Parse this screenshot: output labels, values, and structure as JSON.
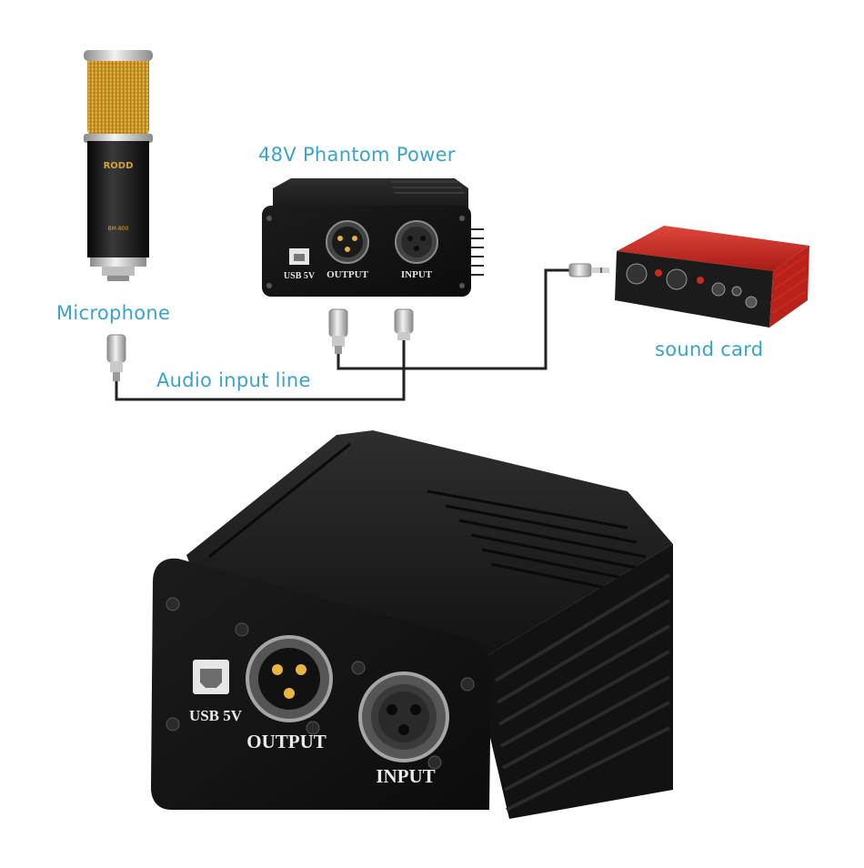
{
  "labels": {
    "phantom_power": "48V Phantom Power",
    "microphone": "Microphone",
    "audio_input_line": "Audio input line",
    "sound_card": "sound card"
  },
  "device_markings": {
    "usb_port": "USB 5V",
    "output_port": "OUTPUT",
    "input_port": "INPUT",
    "mic_brand": "RODD",
    "mic_model": "BM-800"
  },
  "colors": {
    "label_text": "#3aa3c7",
    "device_body": "#1b1b1b",
    "sound_card_body": "#c8281f",
    "mic_grille": "#e0a630",
    "cable": "#222222"
  }
}
